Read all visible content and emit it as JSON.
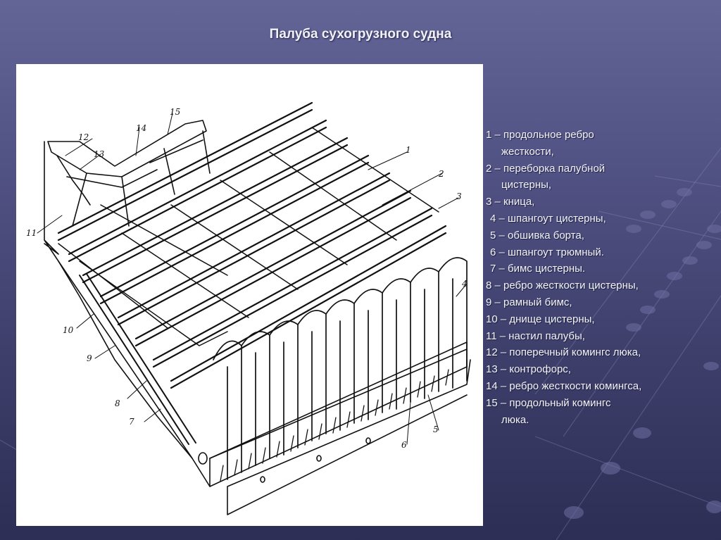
{
  "slide": {
    "title": "Палуба сухогрузного судна",
    "background_colors": {
      "top": "#646597",
      "bottom": "#2d2e55"
    },
    "text_color": "#f4f4fa"
  },
  "figure": {
    "description": "Isometric line drawing of cargo ship deck structure with numbered callouts",
    "callouts": [
      "1",
      "2",
      "3",
      "4",
      "5",
      "6",
      "7",
      "8",
      "9",
      "10",
      "11",
      "12",
      "13",
      "14",
      "15"
    ]
  },
  "legend": {
    "items": [
      {
        "num": "1",
        "text": "1 – продольное ребро",
        "cont": "жесткости,"
      },
      {
        "num": "2",
        "text": "2 – переборка палубной",
        "cont": "цистерны,"
      },
      {
        "num": "3",
        "text": "3 – кница,"
      },
      {
        "num": "4",
        "text": " 4 – шпангоут цистерны,"
      },
      {
        "num": "5",
        "text": " 5 – обшивка борта,"
      },
      {
        "num": "6",
        "text": " 6 – шпангоут трюмный."
      },
      {
        "num": "7",
        "text": " 7 – бимс цистерны."
      },
      {
        "num": "8",
        "text": "8 – ребро жесткости цистерны,"
      },
      {
        "num": "9",
        "text": "9 – рамный бимс,"
      },
      {
        "num": "10",
        "text": "10 – днище цистерны,"
      },
      {
        "num": "11",
        "text": "11 – настил палубы,"
      },
      {
        "num": "12",
        "text": "12 – поперечный комингс люка,"
      },
      {
        "num": "13",
        "text": "13 – контрофорс,"
      },
      {
        "num": "14",
        "text": "14 – ребро жесткости комингса,"
      },
      {
        "num": "15",
        "text": "15 – продольный комингс",
        "cont": "люка."
      }
    ]
  }
}
